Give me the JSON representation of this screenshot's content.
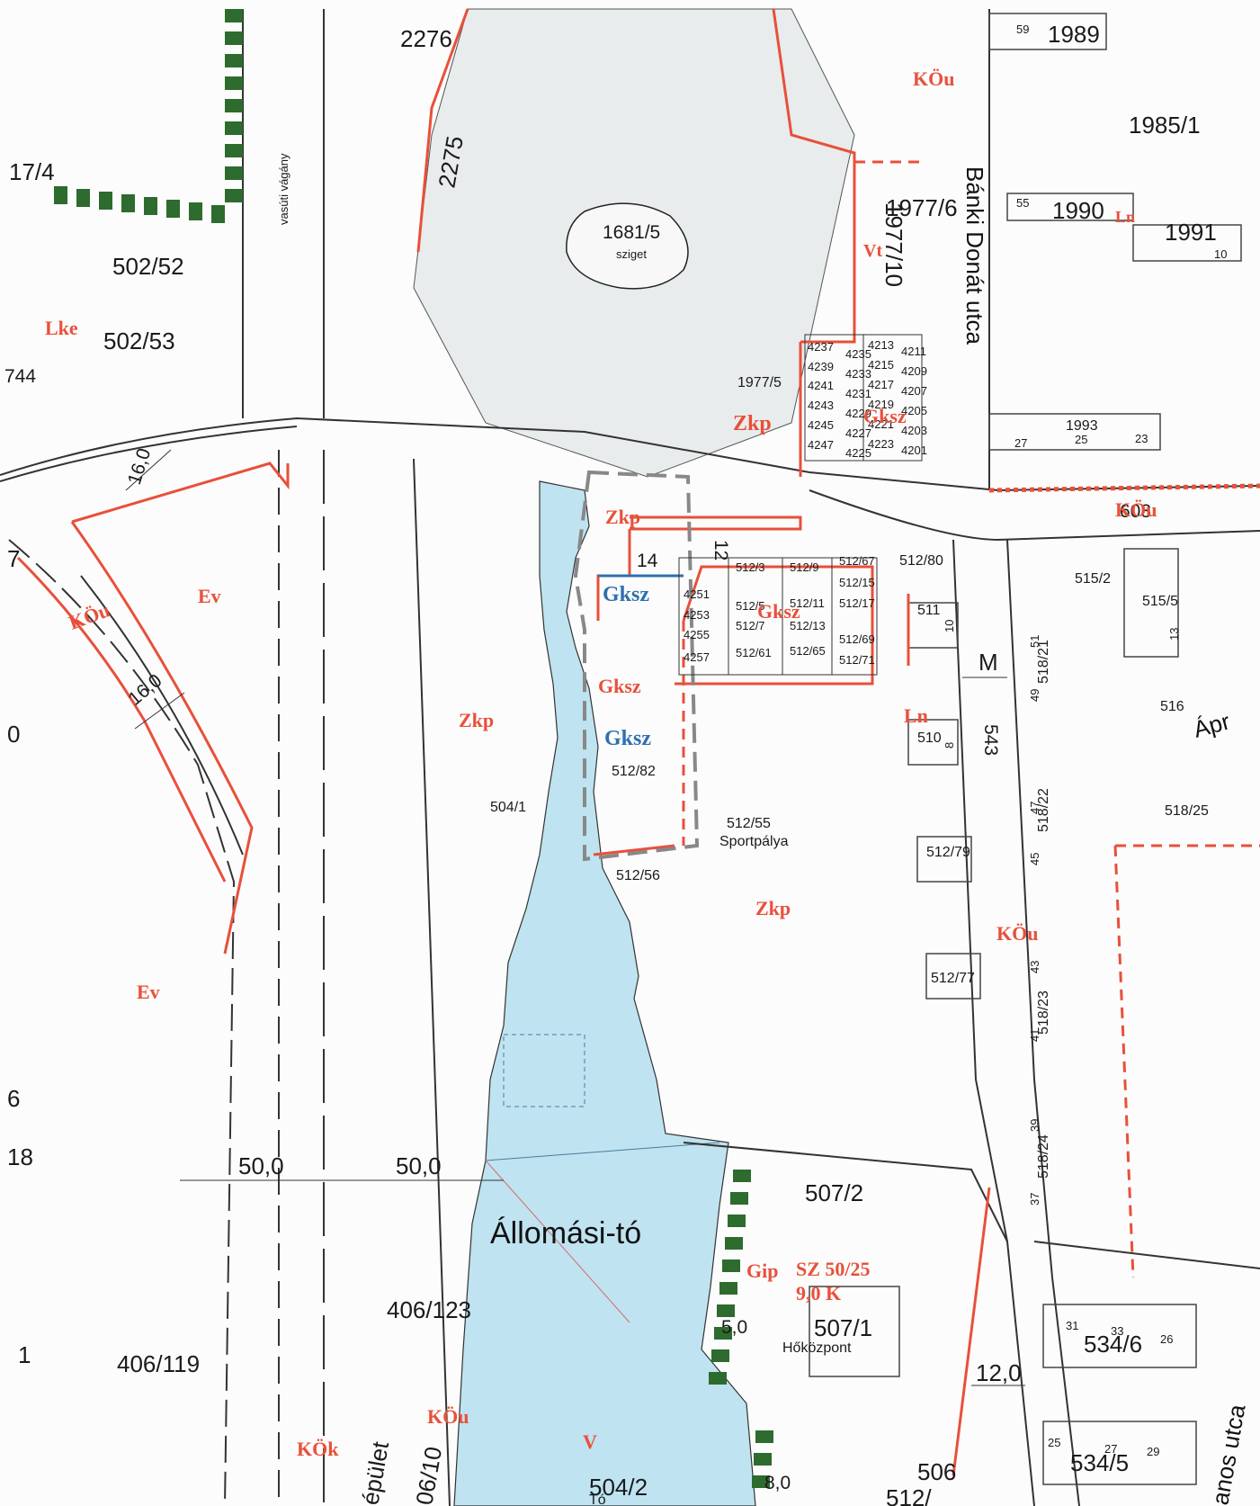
{
  "map": {
    "lake_name": "Állomási-tó",
    "street_names": {
      "vertical_main": "Bánki Donát utca",
      "apr": "Ápr",
      "janos": "anos utca"
    },
    "island": {
      "number": "1681/5",
      "label": "sziget"
    },
    "sport_field": {
      "number": "512/55",
      "label": "Sportpálya"
    },
    "heat_center": {
      "number": "507/1",
      "label": "Hőközpont"
    },
    "rail_note": "vasúti vágány",
    "colors": {
      "water": "#bfe3f0",
      "regulation_line": "#e8503a",
      "zone_blue": "#2f6fb0",
      "green_strip": "#2e6b2e",
      "outline": "#222222"
    },
    "parcels": [
      "2276",
      "2275",
      "1989",
      "1985/1",
      "1990",
      "1991",
      "1977/10",
      "1977/6",
      "1977/5",
      "1993",
      "17/4",
      "502/52",
      "502/53",
      "744",
      "512/80",
      "511",
      "515/2",
      "515/5",
      "518/21",
      "510",
      "518/22",
      "518/25",
      "512/79",
      "518/23",
      "518/24",
      "512/77",
      "512/82",
      "512/56",
      "504/1",
      "507/2",
      "406/123",
      "406/119",
      "534/6",
      "534/5",
      "504/2",
      "506",
      "603",
      "543",
      "516",
      "512/3",
      "512/9",
      "512/15",
      "512/67",
      "512/11",
      "512/17",
      "512/5",
      "512/13",
      "512/69",
      "512/7",
      "512/61",
      "512/65",
      "512/71"
    ],
    "small_numbers": [
      "59",
      "55",
      "10",
      "27",
      "25",
      "23",
      "51",
      "13",
      "10",
      "8",
      "49",
      "47",
      "45",
      "43",
      "41",
      "39",
      "37",
      "31",
      "33",
      "26",
      "25",
      "27",
      "29",
      "4251",
      "4253",
      "4255",
      "4257",
      "4237",
      "4239",
      "4241",
      "4243",
      "4245",
      "4247",
      "4235",
      "4233",
      "4231",
      "4229",
      "4227",
      "4225",
      "4213",
      "4215",
      "4217",
      "4219",
      "4221",
      "4223",
      "4211",
      "4209",
      "4207",
      "4205",
      "4203",
      "4201"
    ],
    "dimensions": [
      "16,0",
      "16,0",
      "50,0",
      "50,0",
      "12,0",
      "14",
      "12",
      "M",
      "9,0",
      "5,0",
      "8,0"
    ],
    "zones": {
      "zkp": "Zkp",
      "kou": "KÖu",
      "kok": "KÖk",
      "ev": "Ev",
      "lke": "Lke",
      "ln": "Ln",
      "vt": "Vt",
      "v": "V",
      "gksz": "Gksz",
      "gip": "Gip",
      "gip_params1": "SZ  50/25",
      "gip_params2": "9,0   K"
    },
    "left_edge": [
      "7",
      "0",
      "6",
      "18",
      "1"
    ],
    "bottom_labels": [
      "épület",
      "06/10",
      "Tó",
      "512/"
    ]
  }
}
